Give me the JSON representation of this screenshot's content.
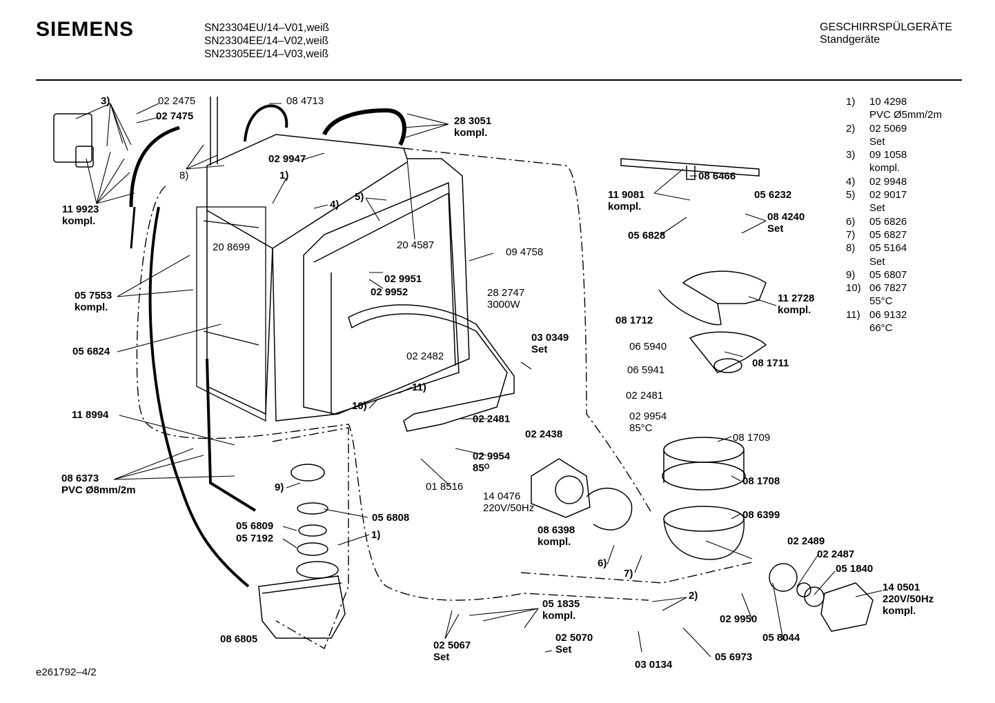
{
  "header": {
    "brand": "SIEMENS",
    "models": [
      "SN23304EU/14–V01,weiß",
      "SN23304EE/14–V02,weiß",
      "SN23305EE/14–V03,weiß"
    ],
    "category": "GESCHIRRSPÜLGERÄTE",
    "subcategory": "Standgeräte"
  },
  "footer": {
    "document_id": "e261792–4/2"
  },
  "legend": [
    {
      "key": "1)",
      "value": "10 4298\nPVC Ø5mm/2m"
    },
    {
      "key": "2)",
      "value": "02 5069\nSet"
    },
    {
      "key": "3)",
      "value": "09 1058\nkompl."
    },
    {
      "key": "4)",
      "value": "02 9948"
    },
    {
      "key": "5)",
      "value": "02 9017\nSet"
    },
    {
      "key": "6)",
      "value": "05 6826"
    },
    {
      "key": "7)",
      "value": "05 6827"
    },
    {
      "key": "8)",
      "value": "05 5164\nSet"
    },
    {
      "key": "9)",
      "value": "05 6807"
    },
    {
      "key": "10)",
      "value": "06 7827\n55°C"
    },
    {
      "key": "11)",
      "value": "06 9132\n66°C"
    }
  ],
  "labels": {
    "l_3": "3)",
    "l_022475": "02 2475",
    "l_027475": "02 7475",
    "l_084713": "08 4713",
    "l_283051": "28 3051\nkompl.",
    "l_029947": "02 9947",
    "l_8": "8)",
    "l_1top": "1)",
    "l_4": "4)",
    "l_5": "5)",
    "l_119923": "11 9923\nkompl.",
    "l_208699": "20 8699",
    "l_204587": "20 4587",
    "l_094758": "09 4758",
    "l_029951": "02 9951",
    "l_029952": "02 9952",
    "l_057553": "05 7553\nkompl.",
    "l_282747": "28 2747\n3000W",
    "l_056824": "05 6824",
    "l_030349": "03 0349\nSet",
    "l_022482": "02 2482",
    "l_11": "11)",
    "l_10": "10)",
    "l_118994": "11 8994",
    "l_022481a": "02 2481",
    "l_022438": "02 2438",
    "l_029954a": "02 9954\n85ᴼ",
    "l_086373": "08 6373\nPVC Ø8mm/2m",
    "l_9": "9)",
    "l_018516": "01 8516",
    "l_140476": "14 0476\n220V/50Hz",
    "l_056809": "05 6809",
    "l_057192": "05 7192",
    "l_056808": "05 6808",
    "l_1mid": "1)",
    "l_086398": "08 6398\nkompl.",
    "l_6": "6)",
    "l_7": "7)",
    "l_086805": "08 6805",
    "l_051835": "05 1835\nkompl.",
    "l_025067": "02 5067\nSet",
    "l_025070": "02 5070\nSet",
    "l_030134": "03 0134",
    "l_2": "2)",
    "l_056973": "05 6973",
    "l_029950": "02 9950",
    "l_058044": "05 8044",
    "l_022489": "02 2489",
    "l_022487": "02 2487",
    "l_051840": "05 1840",
    "l_140501": "14 0501\n220V/50Hz\nkompl.",
    "l_086466": "08 6466",
    "l_119081": "11 9081\nkompl.",
    "l_056232": "05 6232",
    "l_084240": "08 4240\nSet",
    "l_056828": "05 6828",
    "l_112728": "11 2728\nkompl.",
    "l_081712": "08 1712",
    "l_065940": "06 5940",
    "l_081711": "08 1711",
    "l_065941": "06 5941",
    "l_022481b": "02 2481",
    "l_029954b": "02 9954\n85°C",
    "l_081709": "08 1709",
    "l_081708": "08 1708",
    "l_086399": "08 6399"
  }
}
